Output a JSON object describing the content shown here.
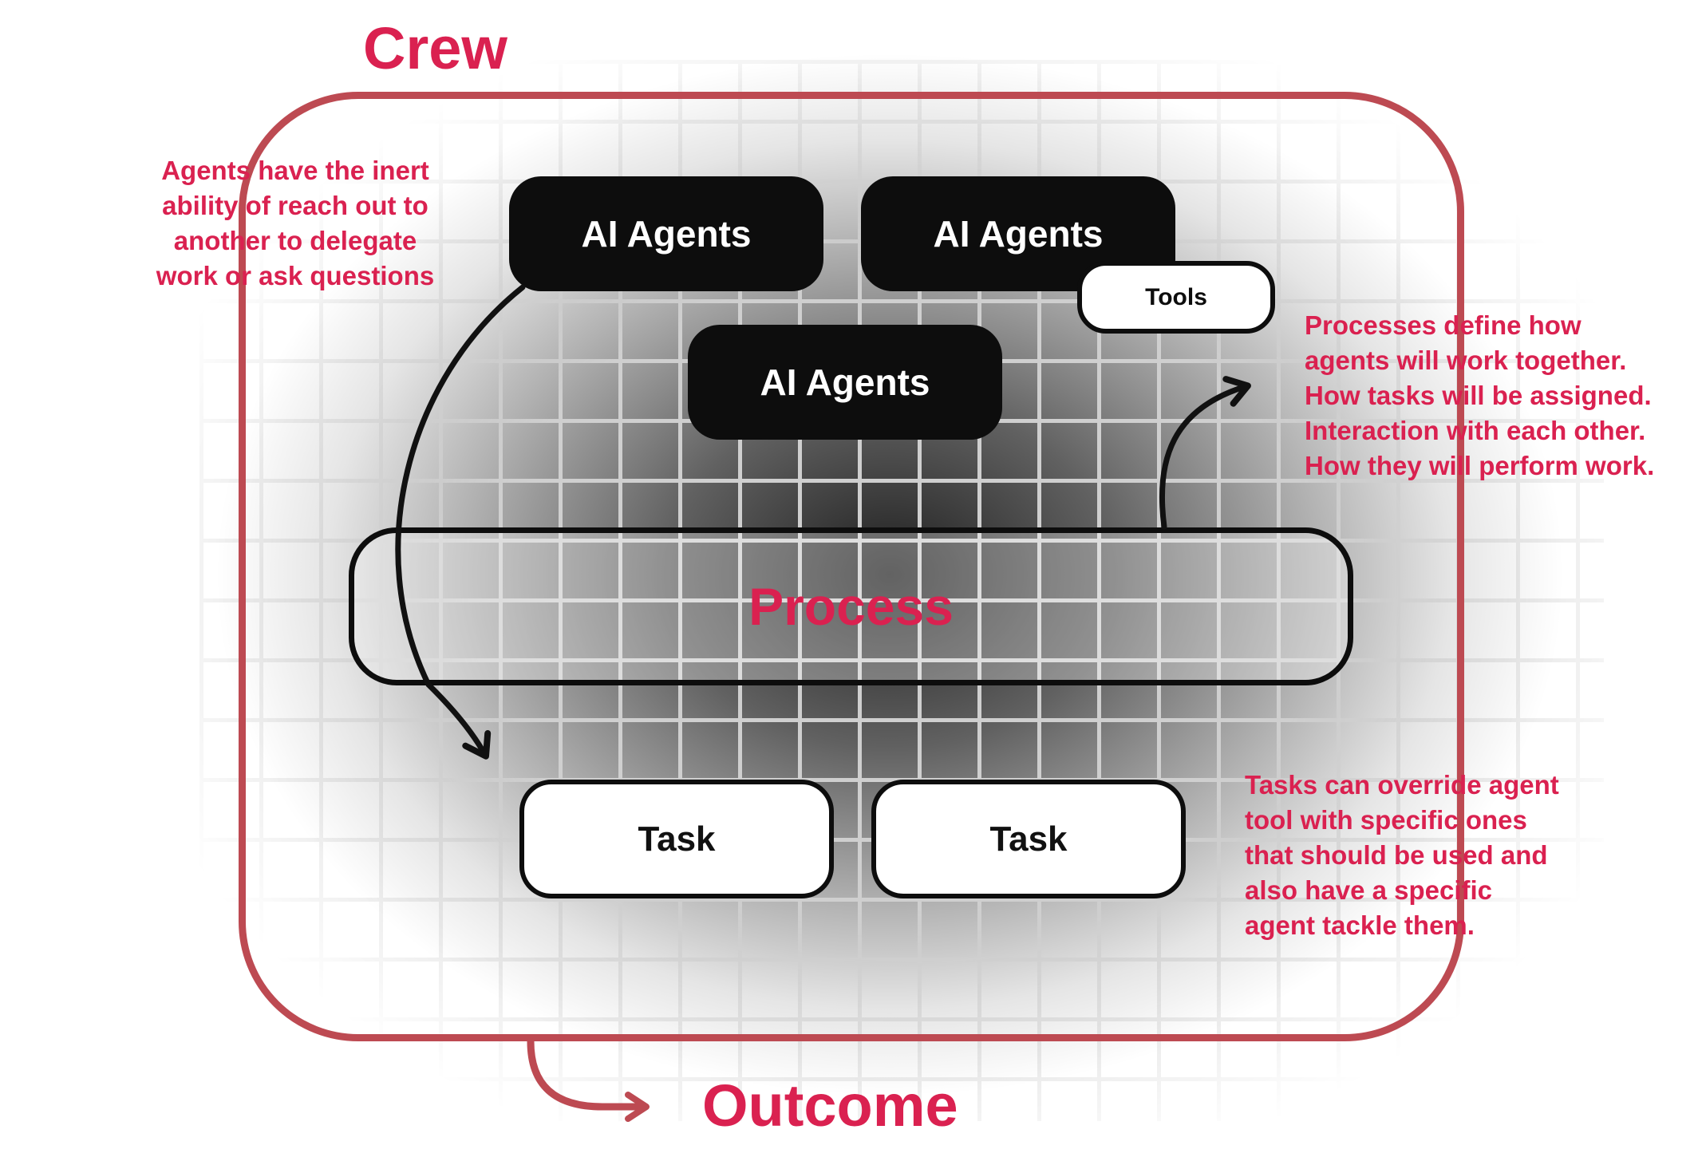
{
  "crew_label": "Crew",
  "outcome_label": "Outcome",
  "process_label": "Process",
  "tools_label": "Tools",
  "agents": [
    {
      "label": "AI Agents"
    },
    {
      "label": "AI Agents"
    },
    {
      "label": "AI Agents"
    }
  ],
  "tasks": [
    {
      "label": "Task"
    },
    {
      "label": "Task"
    }
  ],
  "annotations": {
    "left": "Agents have the inert\nability of reach out to\nanother to delegate\nwork or ask questions",
    "right_top": "Processes define how\nagents will work together.\nHow tasks will be assigned.\nInteraction with each other.\nHow they will perform work.",
    "right_bottom": "Tasks can override agent\ntool with specific ones\nthat should be used and\nalso have a specific\nagent tackle them."
  },
  "colors": {
    "accent": "#da2150",
    "frame": "#bd4a52",
    "box_black": "#0d0d0d",
    "grid_line": "#cfcfcf"
  }
}
